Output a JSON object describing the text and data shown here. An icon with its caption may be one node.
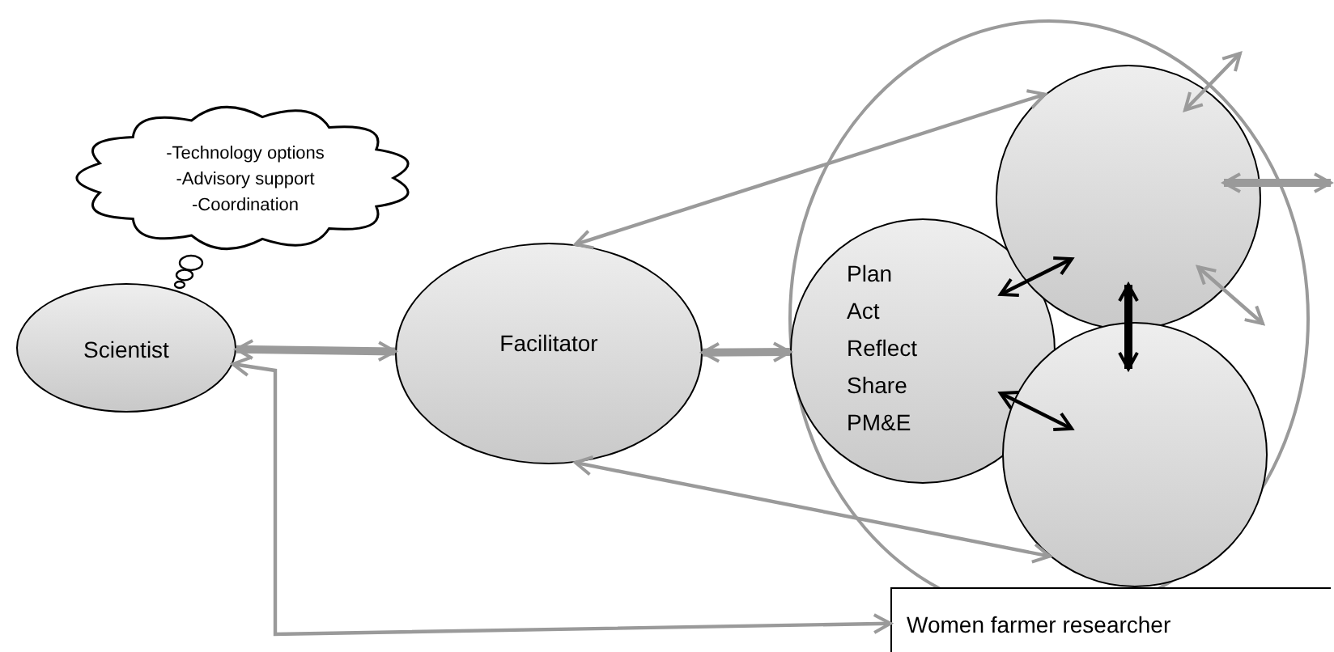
{
  "diagram": {
    "nodes": [
      {
        "text": [
          "-Technology options",
          "-Advisory support",
          "-Coordination"
        ]
      },
      {
        "text": [
          "Scientist"
        ]
      },
      {
        "text": [
          "Facilitator"
        ]
      },
      {
        "text": [],
        "shape": "ellipse"
      },
      {
        "text": [
          "Plan",
          "Act",
          "Reflect",
          "Share",
          "PM&E"
        ],
        "in": 3
      },
      {
        "text": [],
        "shape": "circle",
        "in": 3
      },
      {
        "text": [],
        "shape": "circle",
        "in": 3
      },
      {
        "text": [
          "Women farmer researcher"
        ]
      }
    ],
    "edges": [
      {
        "from": 1,
        "to": 2,
        "arrow": "both",
        "style": "thick"
      },
      {
        "from": 7,
        "to": 1,
        "arrow": "both"
      },
      {
        "from": 2,
        "to": 4,
        "arrow": "both",
        "style": "thick"
      },
      {
        "from": 2,
        "to": 5,
        "arrow": "both"
      },
      {
        "from": 2,
        "to": 6,
        "arrow": "both"
      },
      {
        "from": 4,
        "to": 5,
        "arrow": "both",
        "color": "#000000"
      },
      {
        "from": 4,
        "to": 6,
        "arrow": "both",
        "color": "#000000"
      },
      {
        "from": 5,
        "to": 6,
        "arrow": "both",
        "style": "thick",
        "color": "#000000"
      },
      {
        "from": 5,
        "to": null,
        "arrow": "both"
      },
      {
        "from": 5,
        "to": null,
        "arrow": "both",
        "style": "thick"
      },
      {
        "from": 5,
        "to": null,
        "arrow": "both"
      }
    ]
  }
}
